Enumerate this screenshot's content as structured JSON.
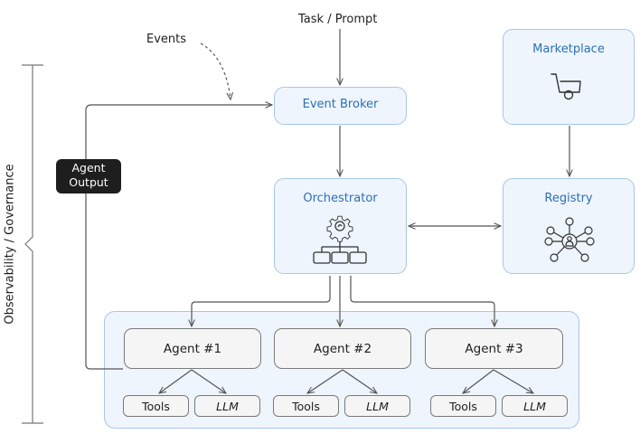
{
  "input": {
    "task_label": "Task / Prompt",
    "events_label": "Events"
  },
  "event_broker": {
    "title": "Event Broker"
  },
  "marketplace": {
    "title": "Marketplace"
  },
  "orchestrator": {
    "title": "Orchestrator"
  },
  "registry": {
    "title": "Registry"
  },
  "side": {
    "governance_label": "Observability / Governance",
    "agent_output_line1": "Agent",
    "agent_output_line2": "Output"
  },
  "agents": [
    {
      "label": "Agent #1",
      "tools": "Tools",
      "llm": "LLM"
    },
    {
      "label": "Agent #2",
      "tools": "Tools",
      "llm": "LLM"
    },
    {
      "label": "Agent #3",
      "tools": "Tools",
      "llm": "LLM"
    }
  ],
  "colors": {
    "accent": "#2d6fb6",
    "node_fill": "#eef5fc",
    "node_border": "#a9c6e6",
    "line": "#555555",
    "badge": "#1e1e1e"
  }
}
